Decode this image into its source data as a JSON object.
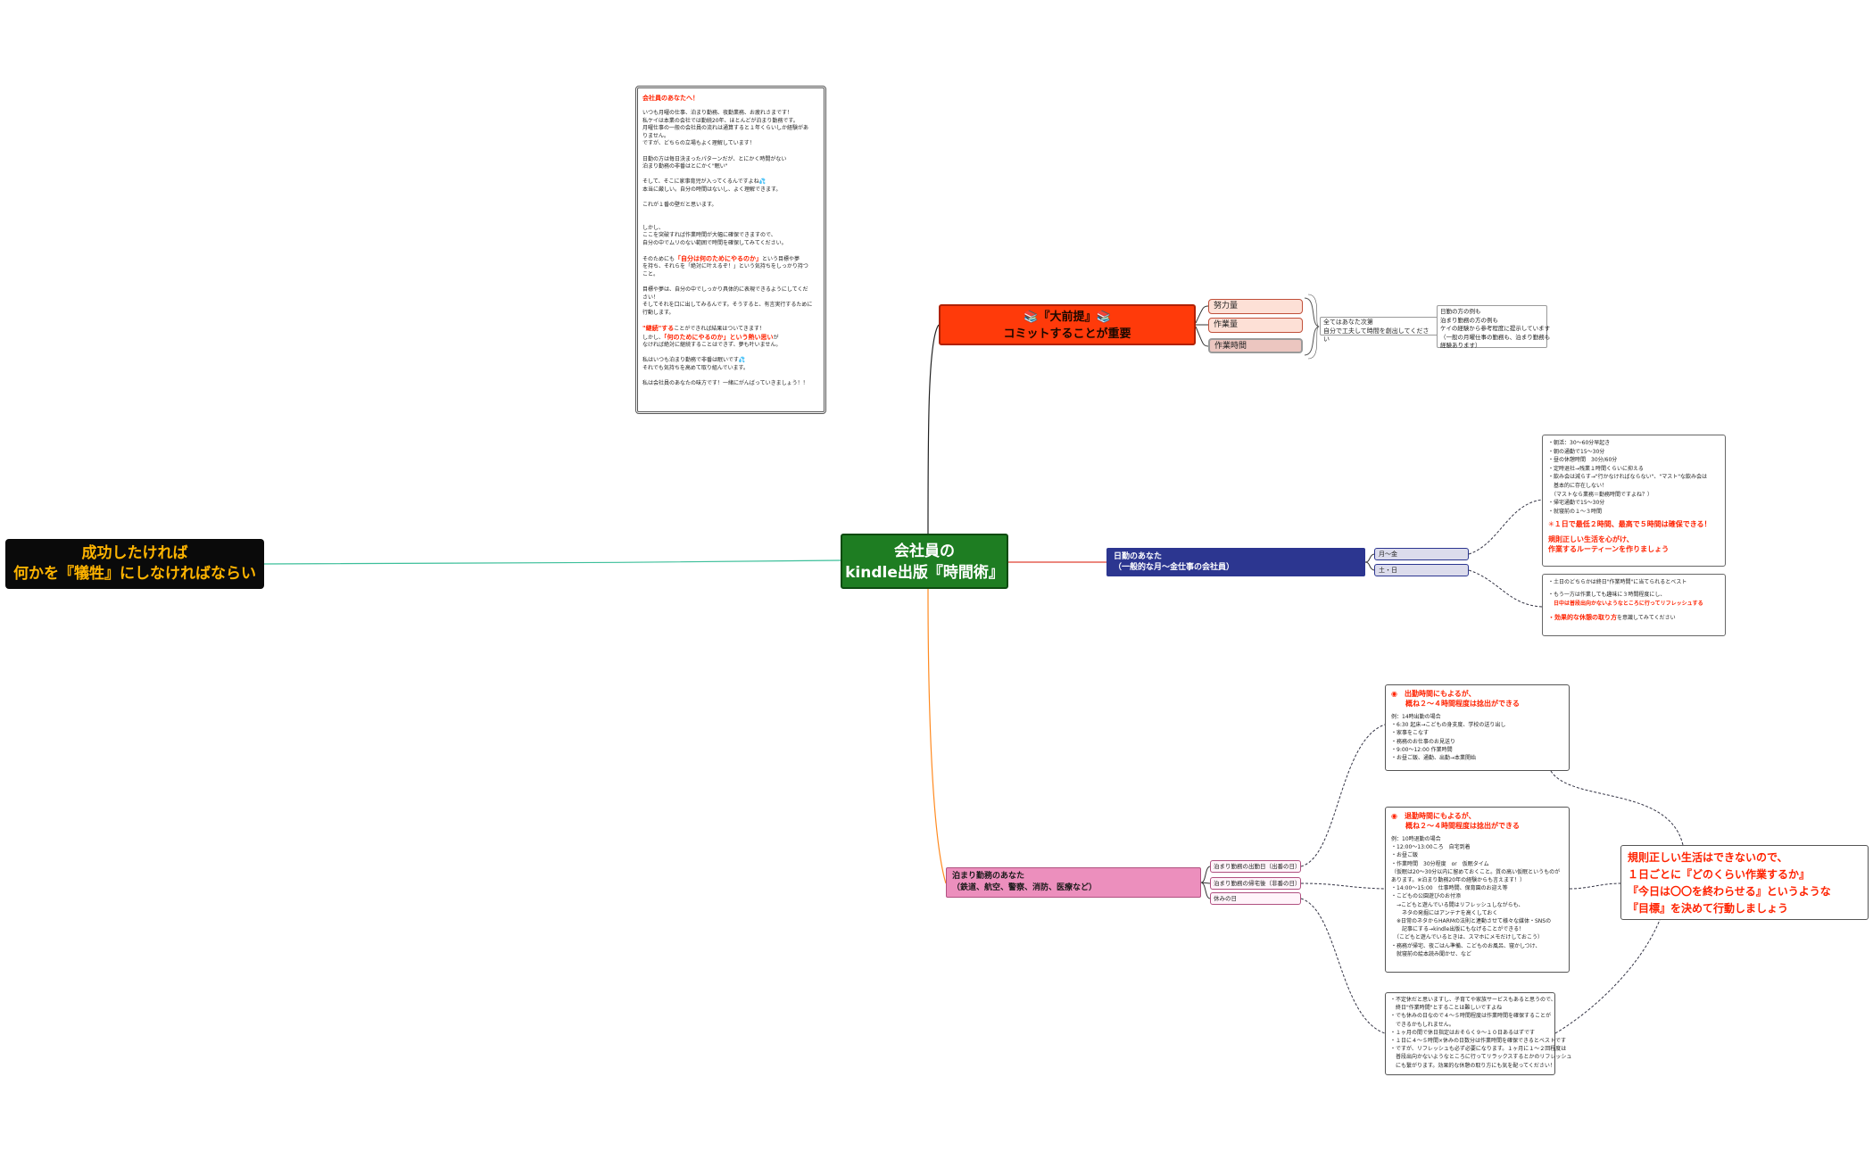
{
  "root_left": {
    "line1": "成功したければ",
    "line2": "何かを『犠牲』にしなければならい"
  },
  "center": {
    "line1": "会社員の",
    "line2": "kindle出版『時間術』"
  },
  "premise": {
    "line1": "📚『大前提』📚",
    "line2": "コミットすることが重要",
    "items": [
      "努力量",
      "作業量",
      "作業時間"
    ],
    "brace_note": {
      "line1": "全てはあなた次第",
      "line2": "自分で工夫して時間を創出してください"
    },
    "right_note": [
      "日勤の方の例も",
      "泊まり勤務の方の例も",
      "ケイの経験から参考程度に提示しています",
      "（一般の月曜仕事の勤務も、泊まり勤務も",
      "経験あります）"
    ]
  },
  "letter": {
    "title": "会社員のあなたへ！",
    "p1": [
      "いつも月曜の仕事、泊まり勤務、夜勤業務、お疲れさまです！",
      "私ケイは本業の会社では勤続20年、ほとんどが泊まり勤務です。",
      "月曜仕事の一般の会社員の流れは通算すると１年くらいしか経験があ",
      "りません。",
      "ですが、どちらの立場もよく理解しています！"
    ],
    "p2": [
      "日勤の方は毎日決まったパターンだが、とにかく時間がない",
      "泊まり勤務の非番はとにかく\"眠い\""
    ],
    "p3": [
      "そして、そこに家事育児が入ってくるんですよね💦",
      "本当に厳しい。自分の時間はないし、よく理解できます。"
    ],
    "p4": "これが１番の壁だと思います。",
    "p5": [
      "しかし、",
      "ここを突破すれば作業時間が大幅に確保できますので、",
      "自分の中でムリのない範囲で時間を確保してみてください。"
    ],
    "p6a": "そのためにも",
    "p6red": "「自分は何のためにやるのか」",
    "p6b": "という目標や夢",
    "p6rest": [
      "を持ち、それらを「絶対に叶えるぞ！」という気持ちをしっかり持つ",
      "こと。"
    ],
    "p7": [
      "目標や夢は、自分の中でしっかり具体的に表現できるようにしてくだ",
      "さい！",
      "そしてそれを口に出してみるんです。そうすると、有言実行するために",
      "行動します。"
    ],
    "p8red": "\"継続\"する",
    "p8b": "ことができれば結果はついてきます！",
    "p9a": "しかし、",
    "p9red": "「何のためにやるのか」という熱い思い",
    "p9b": "が",
    "p9rest": "なければ絶対に継続することはできず、夢も叶いません。",
    "p10": [
      "私はいつも泊まり勤務で非番は眠いです💦",
      "それでも気持ちを高めて取り組んでいます。"
    ],
    "p11": "私は会社員のあなたの味方です！一緒にがんばっていきましょう！！"
  },
  "day": {
    "line1": "日勤のあなた",
    "line2": "（一般的な月〜金仕事の会社員）",
    "tags": [
      "月〜金",
      "土・日"
    ],
    "weekday_lines": [
      "・朝活：30〜60分早起き",
      "・朝の通勤で15〜30分",
      "・昼の休憩時間　30分/60分",
      "・定時退社→残業１時間くらいに抑える",
      "・飲み会は減らす→\"行かなければならない\"、\"マスト\"な飲み会は",
      "　基本的に存在しない！",
      "　（マストなら業務＝勤務時間ですよね？）",
      "・帰宅通勤で15〜30分",
      "・就寝前の１〜３時間"
    ],
    "weekday_red1": "✳︎１日で最低２時間、最高で５時間は確保できる！",
    "weekday_red2": "規則正しい生活を心がけ、",
    "weekday_red3": "作業するルーティーンを作りましょう",
    "weekend_line1": "・土日のどちらかは終日\"作業時間\"に当てられるとベスト",
    "weekend_line2": "・もう一方は作業しても趣味に３時間程度にし、",
    "weekend_red": "　日中は普段出向かないようなところに行ってリフレッシュする",
    "weekend_red2": "・効果的な休憩の取り方",
    "weekend_tail": "を意識してみてください"
  },
  "night": {
    "line1": "泊まり勤務のあなた",
    "line2": "（鉄道、航空、警察、消防、医療など）",
    "tags": [
      "泊まり勤務の出勤日（出番の日）",
      "泊まり勤務の帰宅後（非番の日）",
      "休みの日"
    ],
    "work_red1": "◉　出勤時間にもよるが、",
    "work_red2": "　　概ね２〜４時間程度は捻出ができる",
    "work_lines": [
      "例：14時出勤の場合",
      "・6:30 起床→こどもの身支度、学校の送り出し",
      "・家事をこなす",
      "・務務のお仕事のお見送り",
      "・9:00〜12:00 作業時間",
      "・お昼ご飯、通勤、出勤→本業開始"
    ],
    "shift_red1": "◉　退勤時間にもよるが、",
    "shift_red2": "　　概ね２〜４時間程度は捻出ができる",
    "shift_lines": [
      "例：10時退勤の場合",
      "・12:00〜13:00ころ　自宅到着",
      "・お昼ご飯",
      "・作業時間　30分程度　or　仮眠タイム",
      "（仮眠は20〜30分以内に留めておくこと。質の高い仮眠というものが",
      "あります。※泊まり勤務20年の経験からも言えます！）",
      "・14:00〜15:00　仕事時間、保育園のお迎え等",
      "・こどもの公園遊びのお付添",
      "　→こどもと遊んでいる間はリフレッシュしながらも、",
      "　　ネタの発掘にはアンテナを高くしておく",
      "　※日常のネタからHARMの法則と連動させて様々な媒体・SNSの",
      "　　記事にする→kindle出版にもなげることができる！",
      "　（こどもと遊んでいるときは、スマホにメモだけしておこう）",
      "・務務が帰宅、夜ごはん準備、こどものお風呂、寝かしつけ、",
      "　就寝前の絵本読み聞かせ、など"
    ],
    "holiday_lines": [
      "・不定休だと思いますし、子育てや家族サービスもあると思うので、",
      "　終日\"作業時間\"とすることは難しいですよね",
      "・でも休みの日なので４〜５時間程度は作業時間を確保することが",
      "　できるかもしれません。",
      "・１ヶ月の間で休日指定はおそらく９〜１０日あるはずです",
      "・１日に４〜５時間×休みの日数分は作業時間を確保できるとベストです",
      "・ですが、リフレッシュも必ず必要になります。１ヶ月に１〜２回程度は",
      "　普段出向かないようなところに行ってリラックスするとかのリフレッシュ",
      "　にも繋がります。効果的な休憩の取り方にも気を配ってください！"
    ]
  },
  "summary": {
    "line1": "規則正しい生活はできないので、",
    "line2": "１日ごとに『どのくらい作業するか』",
    "line3": "『今日は〇〇を終わらせる』というような",
    "line4": "『目標』を決めて行動しましょう"
  },
  "colors": {
    "root": "#0a0a0a",
    "center": "#1e7d22",
    "premise": "#ff3a0a",
    "day": "#2c3690",
    "night": "#ec8fbd",
    "accent": "#ff2200"
  }
}
